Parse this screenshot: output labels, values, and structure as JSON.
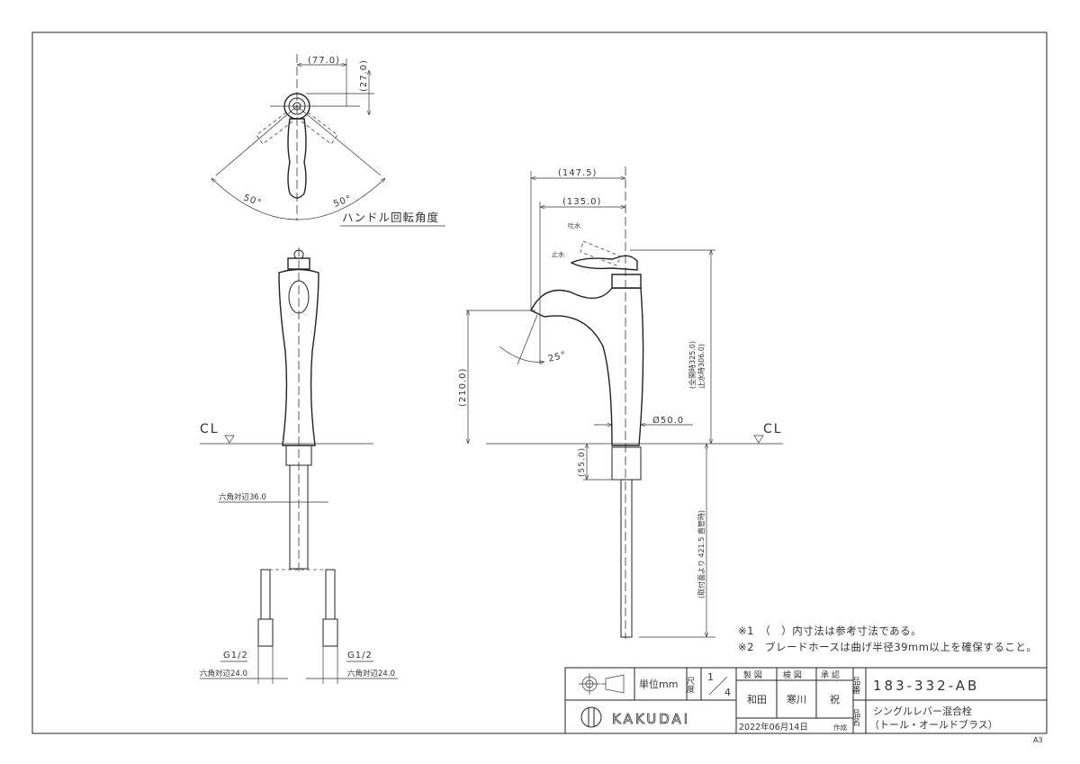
{
  "drawing": {
    "paper_size": "A3",
    "top_view": {
      "dim_width": "(77.0)",
      "dim_depth": "(27.0)",
      "angle_left": "50°",
      "angle_right": "50°",
      "rotation_label": "ハンドル回転角度"
    },
    "front_view": {
      "centerline_label": "CL",
      "hex_main": "六角対辺36.0",
      "thread_left": "G1/2",
      "thread_right": "G1/2",
      "hex_left": "六角対辺24.0",
      "hex_right": "六角対辺24.0"
    },
    "side_view": {
      "dim_reach_outer": "(147.5)",
      "dim_reach_inner": "(135.0)",
      "label_open": "吐水",
      "label_closed": "止水",
      "dim_spout_height": "(210.0)",
      "spout_angle": "25°",
      "dim_base_diameter": "Ø50.0",
      "dim_height_open": "(全開時325.0)",
      "dim_height_closed": "止水時306.0)",
      "centerline_label": "CL",
      "dim_shank": "(55.0)",
      "dim_hose": "(取付面より 421.5 直管時)"
    },
    "notes": [
      "※1　（　）内寸法は参考寸法である。",
      "※2　ブレードホースは曲げ半径39mm以上を確保すること。"
    ]
  },
  "title_block": {
    "unit": "単位mm",
    "scale_label": "尺度",
    "scale_num": "1",
    "scale_den": "4",
    "drafted_label": "製 図",
    "checked_label": "検 図",
    "approved_label": "承 認",
    "drafted_by": "和田",
    "checked_by": "寒川",
    "approved_by": "祝",
    "date": "2022年06月14日",
    "created_label": "作成",
    "part_no_label": "品番",
    "part_no": "183-332-AB",
    "part_name_label": "品名",
    "part_name_line1": "シングルレバー混合栓",
    "part_name_line2": "（トール・オールドブラス）",
    "brand": "KAKUDAI"
  }
}
